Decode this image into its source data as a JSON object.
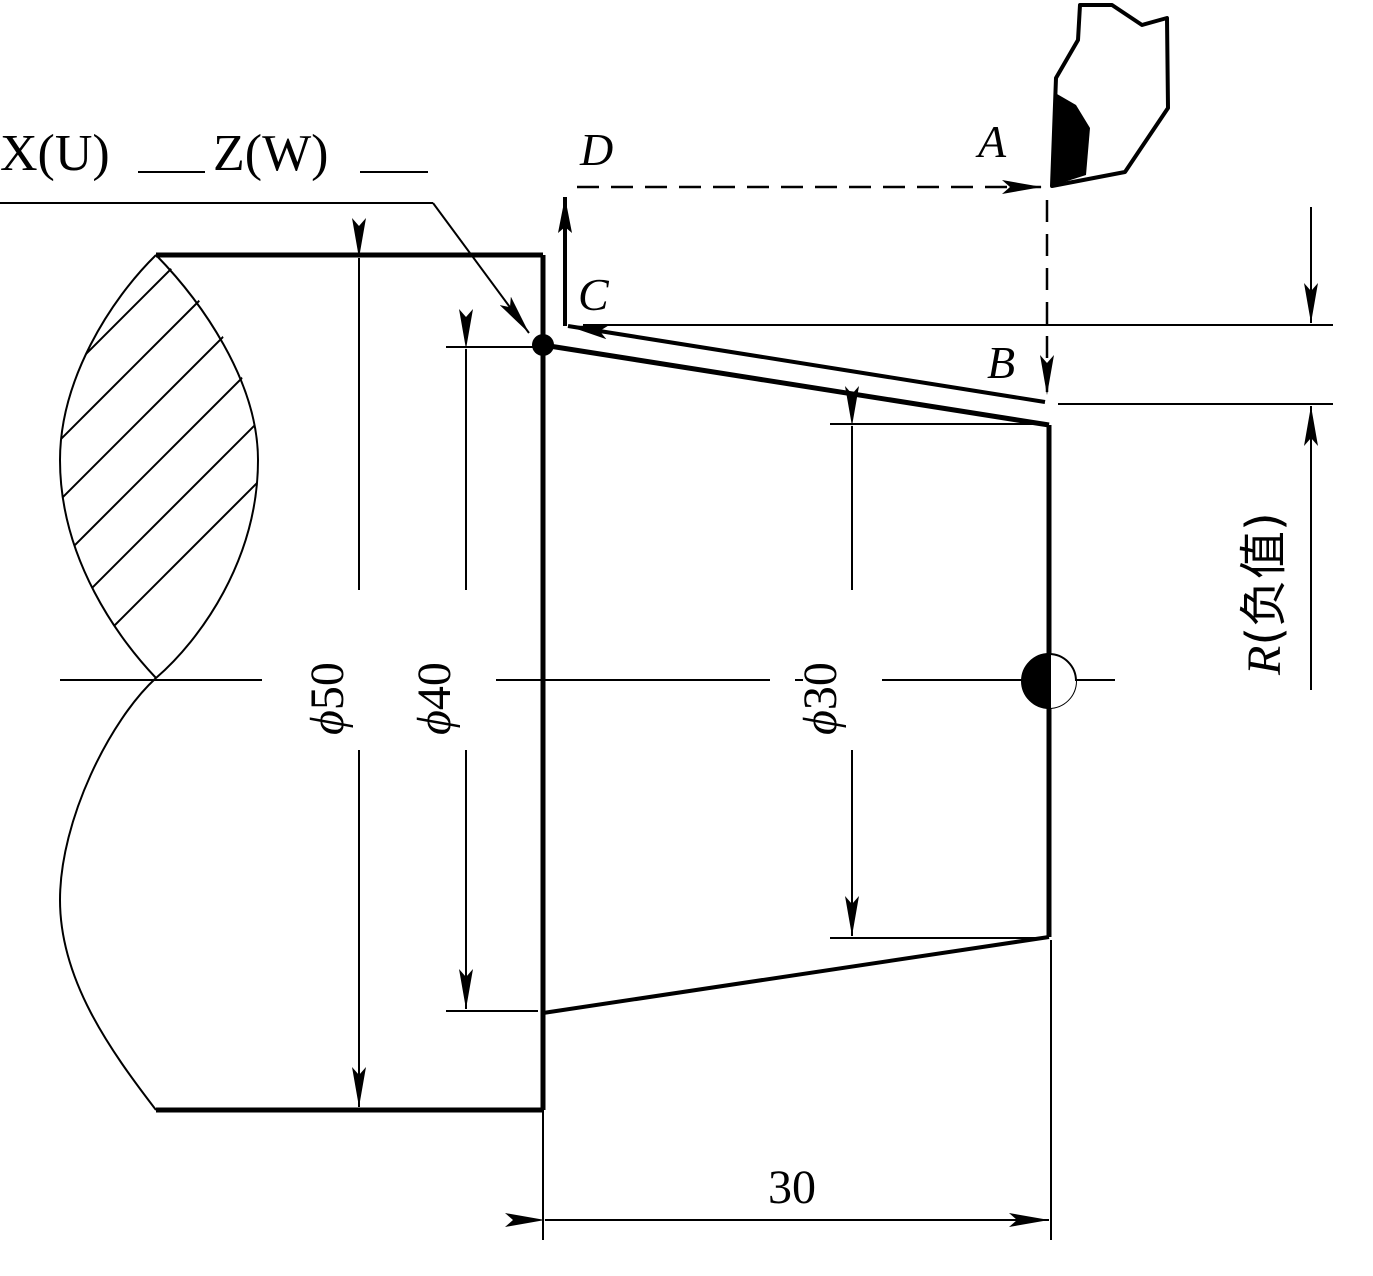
{
  "callout": {
    "x_label": "X(U)",
    "z_label": "Z(W)"
  },
  "points": {
    "a": "A",
    "b": "B",
    "c": "C",
    "d": "D"
  },
  "dimensions": {
    "phi_symbol": "ϕ",
    "d50": "50",
    "d40": "40",
    "d30": "30",
    "length": "30",
    "r_letter": "R",
    "r_note": "(负值)"
  },
  "colors": {
    "ink": "#000000",
    "paper": "#ffffff"
  },
  "icons": {
    "tool": "cutting-tool-icon",
    "origin": "program-origin-symbol-icon",
    "start": "start-point-dot-icon"
  }
}
